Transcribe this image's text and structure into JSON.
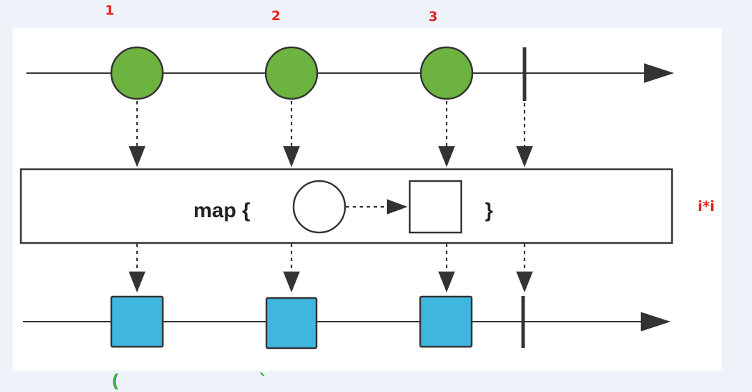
{
  "labels": {
    "n1": "1",
    "n2": "2",
    "n3": "3",
    "side": "i*i"
  },
  "operator": {
    "text": "map {",
    "close": "}"
  },
  "colors": {
    "source_marble": "#6db33f",
    "result_marble": "#3fb6dd",
    "annotation": "#e8201c",
    "bottom_marks": "#3cb043"
  },
  "bottom_marks": {
    "left": "(",
    "right": "ˋ"
  }
}
